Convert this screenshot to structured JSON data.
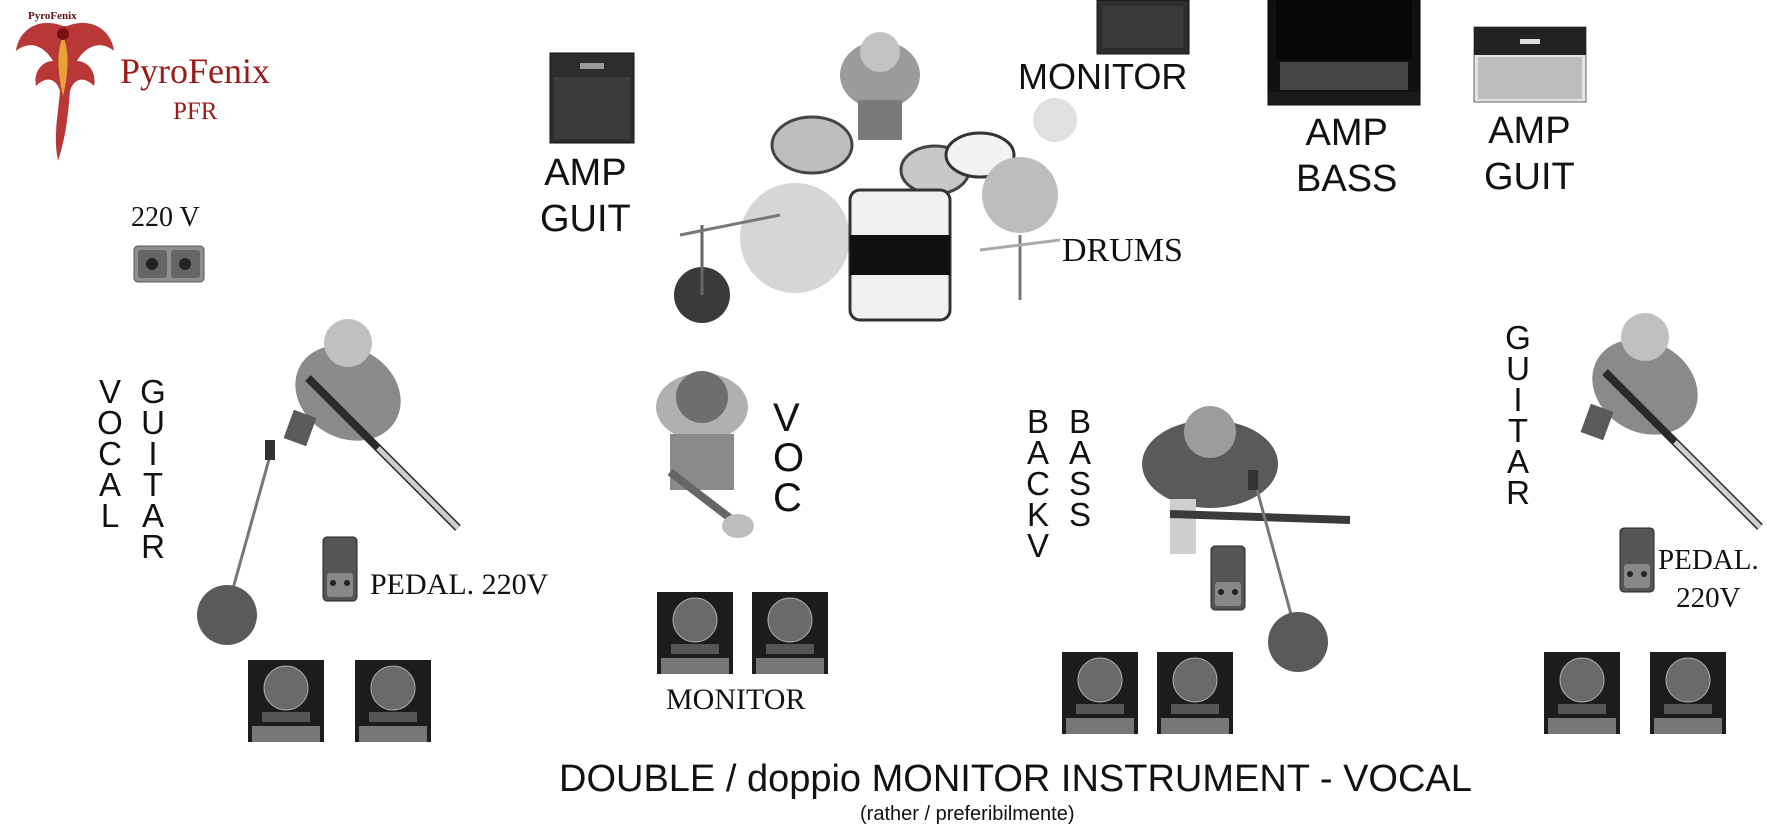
{
  "logo": {
    "top_text": "PyroFenix",
    "name": "PyroFenix",
    "abbr": "PFR"
  },
  "power": {
    "label": "220 V"
  },
  "stage_labels": {
    "amp_guit_left": "AMP\nGUIT",
    "monitor_top": "MONITOR",
    "amp_bass": "AMP\nBASS",
    "amp_guit_right": "AMP\nGUIT",
    "drums": "DRUMS",
    "vocal": "V\nO\nC\nA\nL",
    "guitar_left": "G\nU\nI\nT\nA\nR",
    "voc": "V\nO\nC",
    "back_v": "B\nA\nC\nK\nV",
    "bass": "B\nA\nS\nS",
    "guitar_right": "G\nU\nI\nT\nA\nR",
    "pedal_left": "PEDAL. 220V",
    "pedal_right": "PEDAL.\n220V",
    "monitor_center": "MONITOR"
  },
  "footer": {
    "title": "DOUBLE / doppio MONITOR INSTRUMENT - VOCAL",
    "subtitle": "(rather / preferibilmente)"
  },
  "colors": {
    "logo_red": "#9b1b1b",
    "dark_gray": "#3a3a3a",
    "mid_gray": "#8a8a8a",
    "light_gray": "#cfcfcf"
  },
  "icons": [
    "phoenix-logo-icon",
    "power-outlet-icon",
    "amp-icon",
    "monitor-wedge-icon",
    "musician-icon",
    "drum-kit-icon",
    "mic-stand-icon",
    "pedal-icon"
  ]
}
